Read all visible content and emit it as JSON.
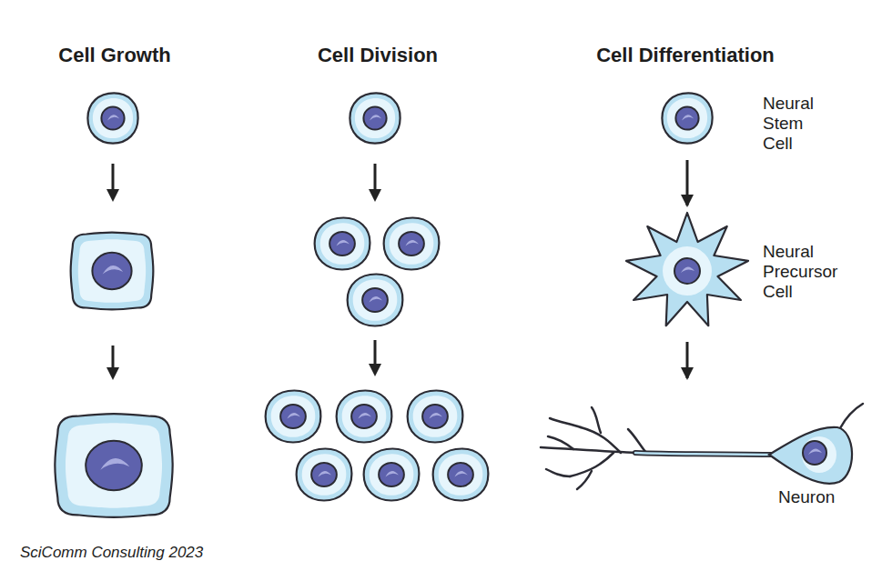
{
  "diagram": {
    "caption": "SciComm Consulting 2023",
    "nodes": [
      {
        "text": [
          "Neural Stem Cell"
        ]
      },
      {
        "text": [
          "Neural Precursor Cell"
        ]
      },
      {
        "text": [
          "Neuron"
        ]
      }
    ],
    "edges": [
      {
        "from": 0,
        "to": 1,
        "arrow": "to"
      },
      {
        "from": 1,
        "to": 2,
        "arrow": "to"
      }
    ],
    "labels": [
      "Cell Growth",
      "Cell Division",
      "Cell Differentiation"
    ]
  }
}
